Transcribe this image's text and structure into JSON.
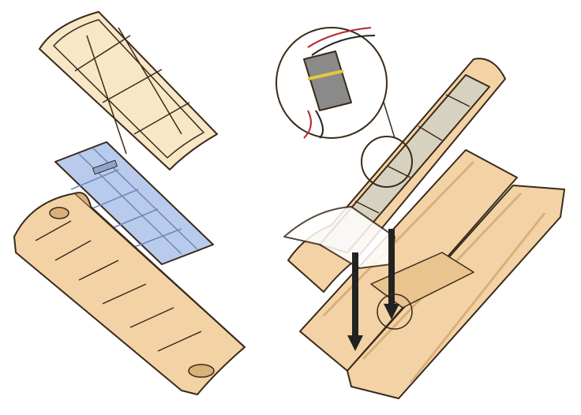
{
  "colors": {
    "tile": "#f3d3a6",
    "tile_shadow": "#d9b07a",
    "cover": "#f7e7c6",
    "panel": "#b9cbec",
    "panel_grid": "#6f86b8",
    "glass": "#d7d2bf",
    "outline": "#3a2a1a",
    "arrow": "#222222",
    "wire_red": "#b3262b"
  },
  "figures": [
    {
      "id": "exploded-view",
      "parts": [
        "cover",
        "solar-cell-panel",
        "tile-base"
      ]
    },
    {
      "id": "installation-view",
      "parts": [
        "callout-connector",
        "solar-tile",
        "hand",
        "base-tiles",
        "install-arrows"
      ]
    }
  ]
}
